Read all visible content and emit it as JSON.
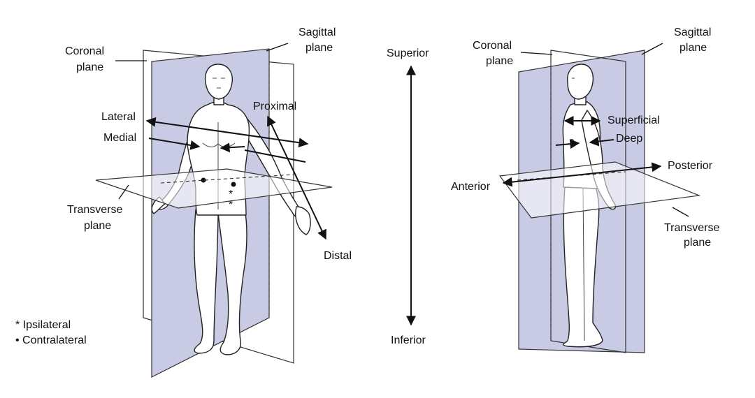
{
  "colors": {
    "plane_fill": "#c8cbe3",
    "line": "#222222",
    "background": "#ffffff"
  },
  "center": {
    "superior": "Superior",
    "inferior": "Inferior"
  },
  "front_figure": {
    "coronal_line1": "Coronal",
    "coronal_line2": "plane",
    "sagittal_line1": "Sagittal",
    "sagittal_line2": "plane",
    "lateral": "Lateral",
    "medial": "Medial",
    "proximal": "Proximal",
    "distal": "Distal",
    "transverse_line1": "Transverse",
    "transverse_line2": "plane"
  },
  "side_figure": {
    "coronal_line1": "Coronal",
    "coronal_line2": "plane",
    "sagittal_line1": "Sagittal",
    "sagittal_line2": "plane",
    "superficial": "Superficial",
    "deep": "Deep",
    "anterior": "Anterior",
    "posterior": "Posterior",
    "transverse_line1": "Transverse",
    "transverse_line2": "plane"
  },
  "legend": {
    "ipsilateral": "* Ipsilateral",
    "contralateral": "• Contralateral",
    "marker_star": "*",
    "marker_dot": "•"
  }
}
